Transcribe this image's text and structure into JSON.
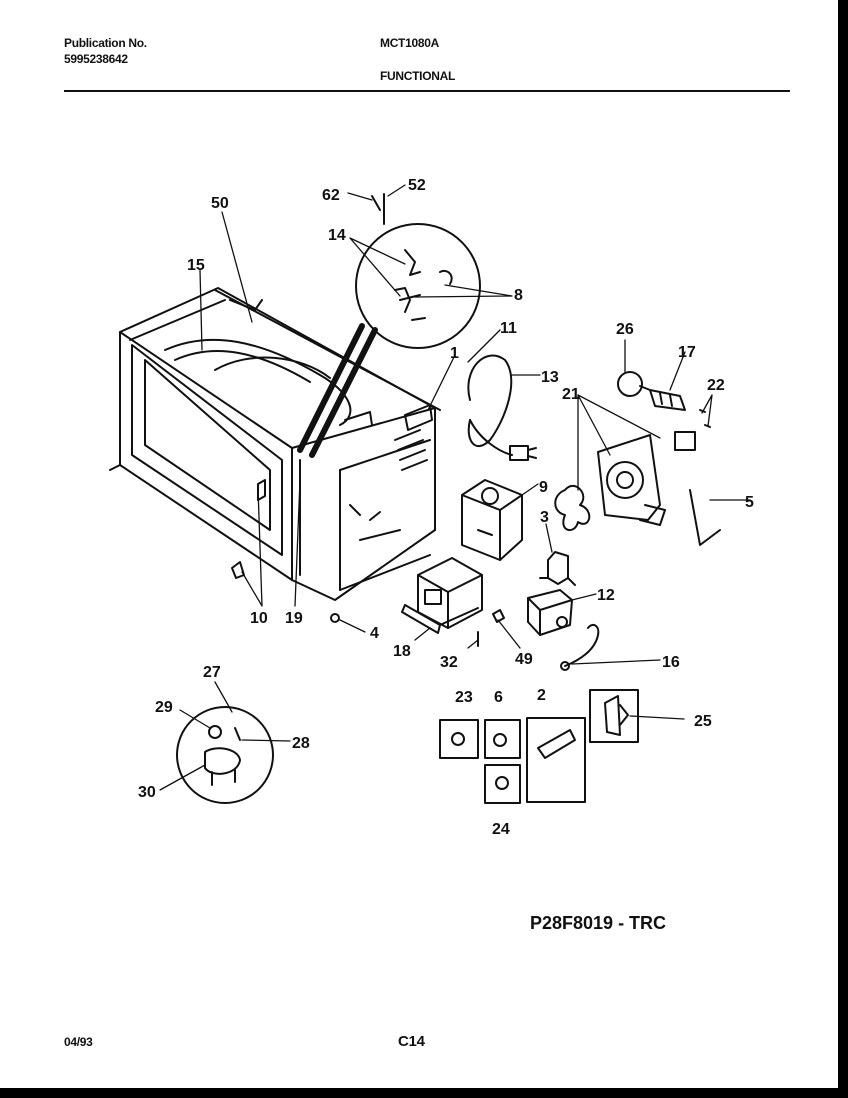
{
  "header": {
    "publication_label": "Publication No.",
    "publication_number": "5995238642",
    "model": "MCT1080A",
    "section": "FUNCTIONAL"
  },
  "callouts": {
    "c62": "62",
    "c52": "52",
    "c50": "50",
    "c14": "14",
    "c15": "15",
    "c8": "8",
    "c11": "11",
    "c1": "1",
    "c26": "26",
    "c17": "17",
    "c13": "13",
    "c21": "21",
    "c22": "22",
    "c9": "9",
    "c3": "3",
    "c5": "5",
    "c12": "12",
    "c10": "10",
    "c19": "19",
    "c4": "4",
    "c18": "18",
    "c32": "32",
    "c49": "49",
    "c16": "16",
    "c27": "27",
    "c29": "29",
    "c28": "28",
    "c30": "30",
    "c23": "23",
    "c6": "6",
    "c2": "2",
    "c25": "25",
    "c24": "24"
  },
  "diagram_code": "P28F8019 - TRC",
  "footer": {
    "date": "04/93",
    "page": "C14"
  }
}
